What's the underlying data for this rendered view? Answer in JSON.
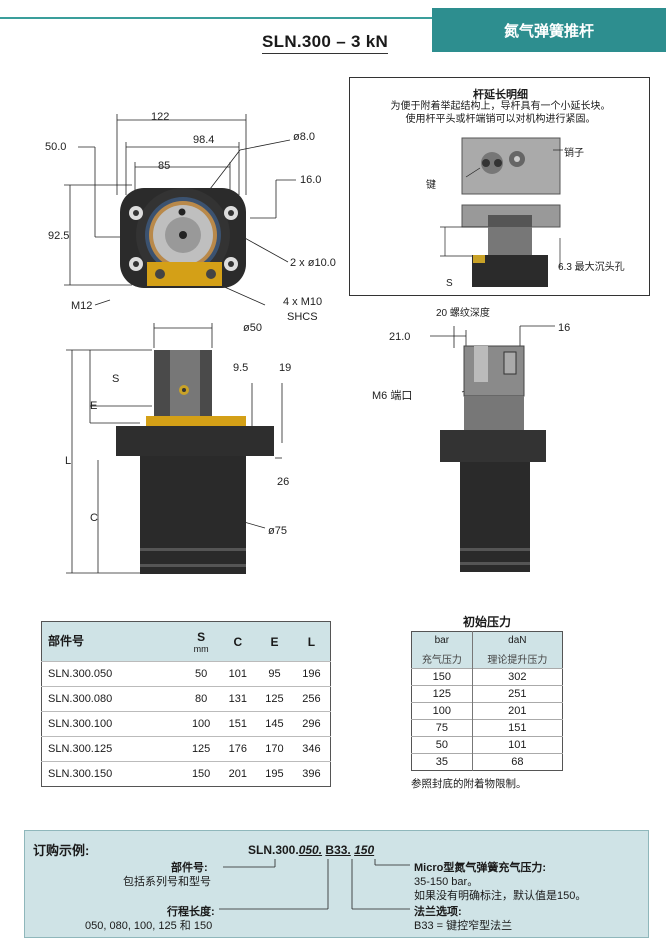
{
  "header": {
    "tab_label": "氮气弹簧推杆",
    "model_title": "SLN.300 – 3 kN"
  },
  "top_view": {
    "dim_122": "122",
    "dim_98_4": "98.4",
    "dim_85": "85",
    "dim_50": "50.0",
    "dim_92_5": "92.5",
    "dim_dia8": "ø8.0",
    "dim_16": "16.0",
    "dim_2x10": "2 x ø10.0",
    "dim_m12": "M12",
    "dim_4xm10": "4 x M10",
    "dim_shcs": "SHCS"
  },
  "extension": {
    "title": "杆延长明细",
    "desc_line1": "为便于附着举起结构上，导杆具有一个小延长块。",
    "desc_line2": "使用杆平头或杆端销可以对机构进行紧固。",
    "label_pin": "销子",
    "label_key": "键",
    "label_s": "S",
    "label_counterbore": "6.3 最大沉头孔"
  },
  "side_view": {
    "dim_dia50": "ø50",
    "dim_s": "S",
    "dim_e": "E",
    "dim_l": "L",
    "dim_c": "C",
    "dim_9_5": "9.5",
    "dim_19": "19",
    "dim_26": "26",
    "dim_dia75": "ø75"
  },
  "section_view": {
    "thread_depth": "20 螺纹深度",
    "dim_21": "21.0",
    "dim_16": "16",
    "port": "M6 端口"
  },
  "part_table": {
    "headers": [
      "部件号",
      "S",
      "C",
      "E",
      "L"
    ],
    "s_unit": "mm",
    "rows": [
      [
        "SLN.300.050",
        "50",
        "101",
        "95",
        "196"
      ],
      [
        "SLN.300.080",
        "80",
        "131",
        "125",
        "256"
      ],
      [
        "SLN.300.100",
        "100",
        "151",
        "145",
        "296"
      ],
      [
        "SLN.300.125",
        "125",
        "176",
        "170",
        "346"
      ],
      [
        "SLN.300.150",
        "150",
        "201",
        "195",
        "396"
      ]
    ]
  },
  "pressure_table": {
    "title": "初始压力",
    "col1_unit": "bar",
    "col2_unit": "daN",
    "col1_label": "充气压力",
    "col2_label": "理论提升压力",
    "rows": [
      [
        "150",
        "302"
      ],
      [
        "125",
        "251"
      ],
      [
        "100",
        "201"
      ],
      [
        "75",
        "151"
      ],
      [
        "50",
        "101"
      ],
      [
        "35",
        "68"
      ]
    ],
    "note": "参照封底的附着物限制。"
  },
  "order_example": {
    "title": "订购示例:",
    "code_prefix": "SLN.300.",
    "code_stroke": "050.",
    "code_flange": "B33.",
    "code_pressure": "150",
    "part_label": "部件号:",
    "part_desc": "包括系列号和型号",
    "stroke_label": "行程长度:",
    "stroke_values": "050, 080, 100, 125 和 150",
    "pressure_label": "Micro型氮气弹簧充气压力:",
    "pressure_range": "35-150 bar。",
    "pressure_default": "如果没有明确标注，默认值是150。",
    "flange_label": "法兰选项:",
    "flange_value": "B33 = 键控窄型法兰"
  },
  "colors": {
    "teal": "#2d8e8f",
    "table_header": "#cfe3e6",
    "gold": "#c9a227",
    "body_dark": "#2a2a2a"
  }
}
